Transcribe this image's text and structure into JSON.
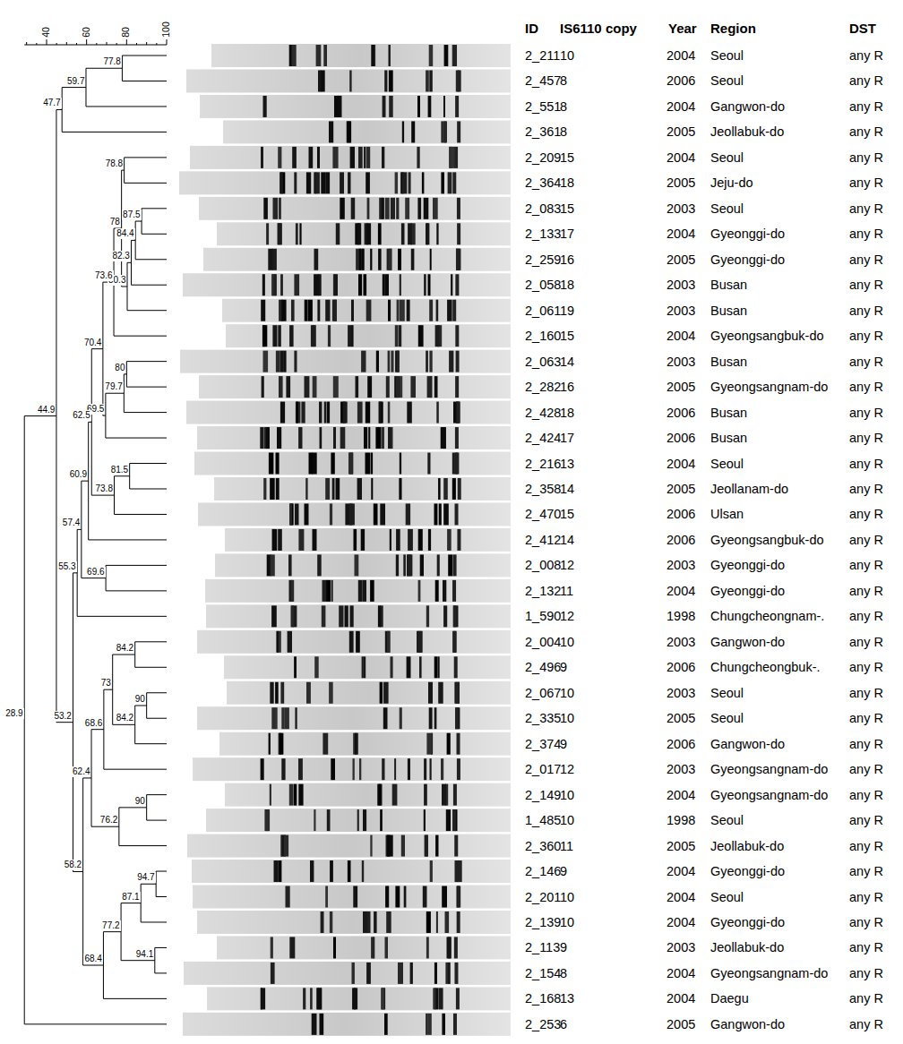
{
  "diagram": {
    "labels": [
      "40",
      "60",
      "80",
      "100",
      "77.8",
      "59.7",
      "47.7",
      "78.8",
      "87.5",
      "84.4",
      "82.3",
      "80.3",
      "78",
      "73.6",
      "80",
      "79.7",
      "69.5",
      "70.4",
      "81.5",
      "73.8",
      "62.5",
      "60.9",
      "69.6",
      "57.4",
      "55.3",
      "84.2",
      "90",
      "84.2",
      "73",
      "68.6",
      "90",
      "76.2",
      "62.4",
      "94.7",
      "87.1",
      "94.1",
      "77.2",
      "68.4",
      "58.2",
      "53.2",
      "44.9",
      "28.9",
      "ID",
      "IS6110 copy",
      "Year",
      "Region",
      "DST",
      "2_211",
      "10",
      "2004",
      "Seoul",
      "any R",
      "2_457",
      "8",
      "2006",
      "Seoul",
      "any R",
      "2_551",
      "8",
      "2004",
      "Gangwon-do",
      "any R",
      "2_361",
      "8",
      "2005",
      "Jeollabuk-do",
      "any R",
      "2_209",
      "15",
      "2004",
      "Seoul",
      "any R",
      "2_364",
      "18",
      "2005",
      "Jeju-do",
      "any R",
      "2_083",
      "15",
      "2003",
      "Seoul",
      "any R",
      "2_133",
      "17",
      "2004",
      "Gyeonggi-do",
      "any R",
      "2_259",
      "16",
      "2005",
      "Gyeonggi-do",
      "any R",
      "2_058",
      "18",
      "2003",
      "Busan",
      "any R",
      "2_061",
      "19",
      "2003",
      "Busan",
      "any R",
      "2_160",
      "15",
      "2004",
      "Gyeongsangbuk-do",
      "any R",
      "2_063",
      "14",
      "2003",
      "Busan",
      "any R",
      "2_282",
      "16",
      "2005",
      "Gyeongsangnam-do",
      "any R",
      "2_428",
      "18",
      "2006",
      "Busan",
      "any R",
      "2_424",
      "17",
      "2006",
      "Busan",
      "any R",
      "2_216",
      "13",
      "2004",
      "Seoul",
      "any R",
      "2_358",
      "14",
      "2005",
      "Jeollanam-do",
      "any R",
      "2_470",
      "15",
      "2006",
      "Ulsan",
      "any R",
      "2_412",
      "14",
      "2006",
      "Gyeongsangbuk-do",
      "any R",
      "2_008",
      "12",
      "2003",
      "Gyeonggi-do",
      "any R",
      "2_132",
      "11",
      "2004",
      "Gyeonggi-do",
      "any R",
      "1_590",
      "12",
      "1998",
      "Chungcheongnam-.",
      "any R",
      "2_004",
      "10",
      "2003",
      "Gangwon-do",
      "any R",
      "2_496",
      "9",
      "2006",
      "Chungcheongbuk-.",
      "any R",
      "2_067",
      "10",
      "2003",
      "Seoul",
      "any R",
      "2_335",
      "10",
      "2005",
      "Seoul",
      "any R",
      "2_374",
      "9",
      "2006",
      "Gangwon-do",
      "any R",
      "2_017",
      "12",
      "2003",
      "Gyeongsangnam-do",
      "any R",
      "2_149",
      "10",
      "2004",
      "Gyeongsangnam-do",
      "any R",
      "1_485",
      "10",
      "1998",
      "Seoul",
      "any R",
      "2_360",
      "11",
      "2005",
      "Jeollabuk-do",
      "any R",
      "2_146",
      "9",
      "2004",
      "Gyeonggi-do",
      "any R",
      "2_201",
      "10",
      "2004",
      "Seoul",
      "any R",
      "2_139",
      "10",
      "2004",
      "Gyeonggi-do",
      "any R",
      "2_113",
      "9",
      "2003",
      "Jeollabuk-do",
      "any R",
      "2_154",
      "8",
      "2004",
      "Gyeongsangnam-do",
      "any R",
      "2_168",
      "13",
      "2004",
      "Daegu",
      "any R",
      "2_253",
      "6",
      "2005",
      "Gangwon-do",
      "any R"
    ]
  }
}
